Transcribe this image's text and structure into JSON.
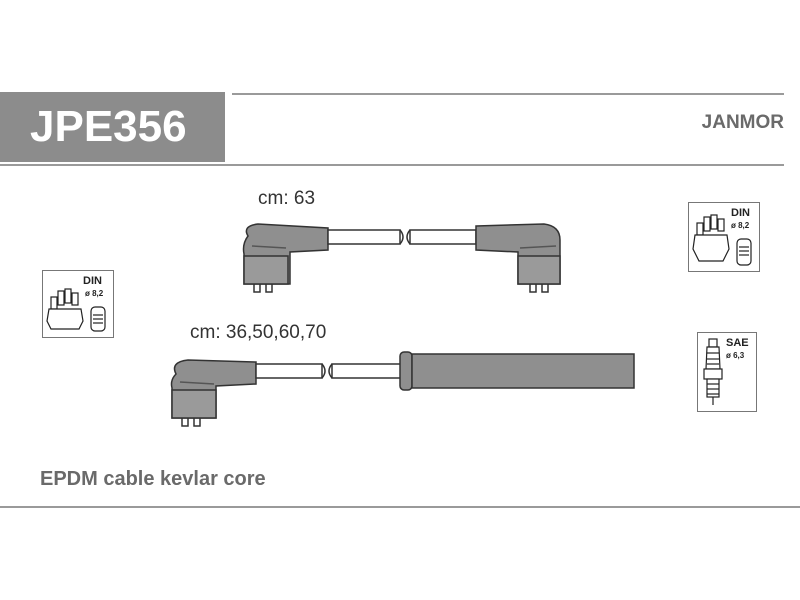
{
  "header": {
    "code": "JPE356",
    "brand": "JANMOR"
  },
  "cables": [
    {
      "length_label": "cm: 63"
    },
    {
      "length_label": "cm: 36,50,60,70"
    }
  ],
  "icons": {
    "left_distributor": {
      "standard": "DIN",
      "diameter": "ø 8,2"
    },
    "right_distributor": {
      "standard": "DIN",
      "diameter": "ø 8,2"
    },
    "spark_plug": {
      "standard": "SAE",
      "diameter": "ø 6,3"
    }
  },
  "footer": {
    "description": "EPDM cable kevlar core"
  },
  "colors": {
    "header_box": "#8c8c8c",
    "cable_fill": "#8f8f8f",
    "cable_outline": "#333333",
    "rule": "#9a9a9a"
  }
}
